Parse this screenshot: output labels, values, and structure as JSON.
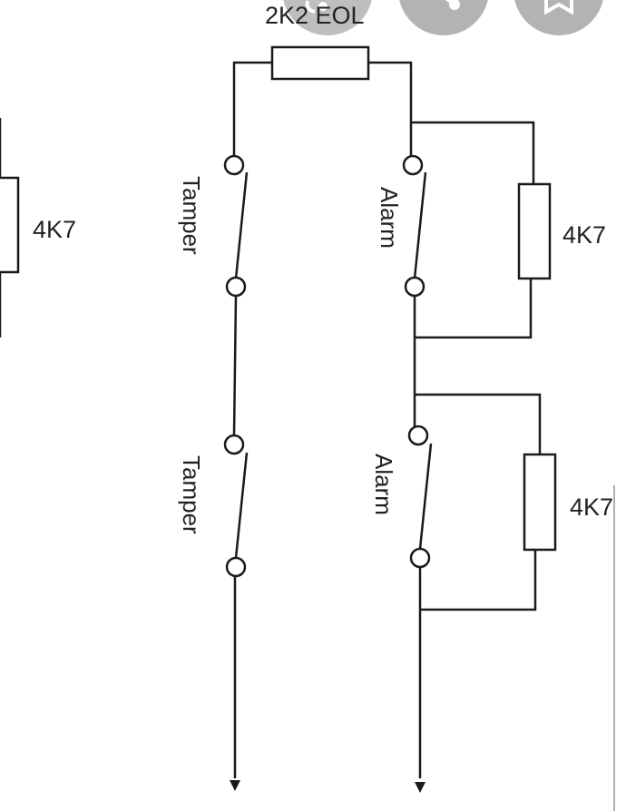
{
  "diagram": {
    "eol_resistor_label": "2K2 EOL",
    "left_resistor_label": "4K7",
    "upper_alarm_resistor_label": "4K7",
    "lower_alarm_resistor_label": "4K7",
    "switches": [
      {
        "label": "Tamper",
        "position": "upper-left"
      },
      {
        "label": "Alarm",
        "position": "upper-right"
      },
      {
        "label": "Tamper",
        "position": "lower-left"
      },
      {
        "label": "Alarm",
        "position": "lower-right"
      }
    ],
    "line_color": "#1a1a1a",
    "overlay_color": "#b3b3b3"
  },
  "overlay": {
    "buttons": [
      {
        "icon": "more-icon"
      },
      {
        "icon": "share-icon"
      },
      {
        "icon": "bookmark-icon"
      }
    ]
  }
}
